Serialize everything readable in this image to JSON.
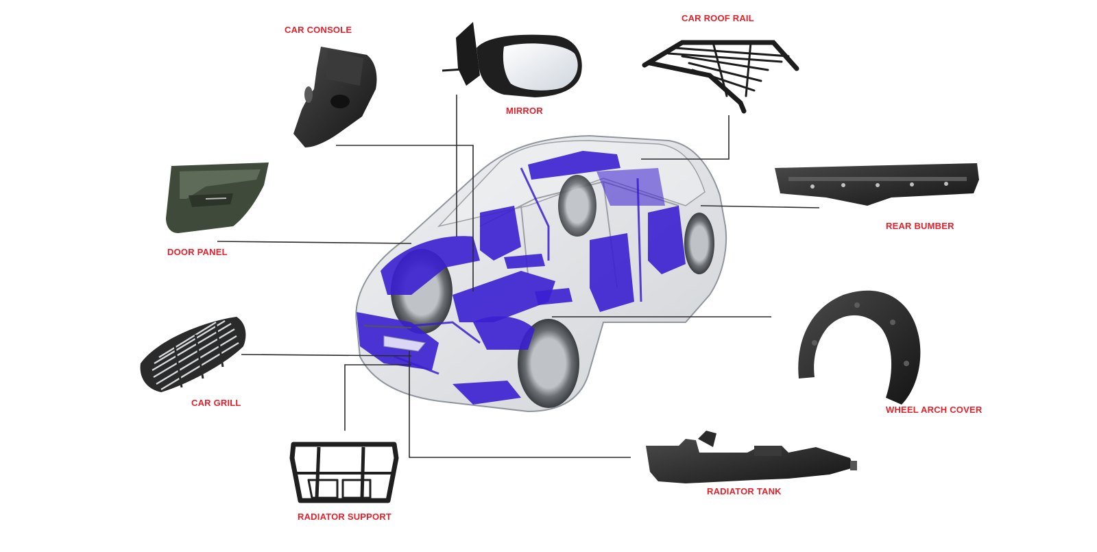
{
  "colors": {
    "label": "#e4202a",
    "leader_line": "#2a2a2a",
    "highlight": "#3a1fd0",
    "part": "#232323",
    "glass_body": "#c9cdd2"
  },
  "parts": [
    {
      "id": "car-console",
      "label": "CAR CONSOLE",
      "icon": "car-console-icon"
    },
    {
      "id": "mirror",
      "label": "MIRROR",
      "icon": "mirror-icon"
    },
    {
      "id": "car-roof-rail",
      "label": "CAR ROOF RAIL",
      "icon": "roof-rail-icon"
    },
    {
      "id": "door-panel",
      "label": "DOOR PANEL",
      "icon": "door-panel-icon"
    },
    {
      "id": "rear-bumber",
      "label": "REAR BUMBER",
      "icon": "rear-bumper-icon"
    },
    {
      "id": "car-grill",
      "label": "CAR GRILL",
      "icon": "car-grill-icon"
    },
    {
      "id": "wheel-arch-cover",
      "label": "WHEEL ARCH COVER",
      "icon": "wheel-arch-cover-icon"
    },
    {
      "id": "radiator-support",
      "label": "RADIATOR SUPPORT",
      "icon": "radiator-support-icon"
    },
    {
      "id": "radiator-tank",
      "label": "RADIATOR TANK",
      "icon": "radiator-tank-icon"
    }
  ]
}
